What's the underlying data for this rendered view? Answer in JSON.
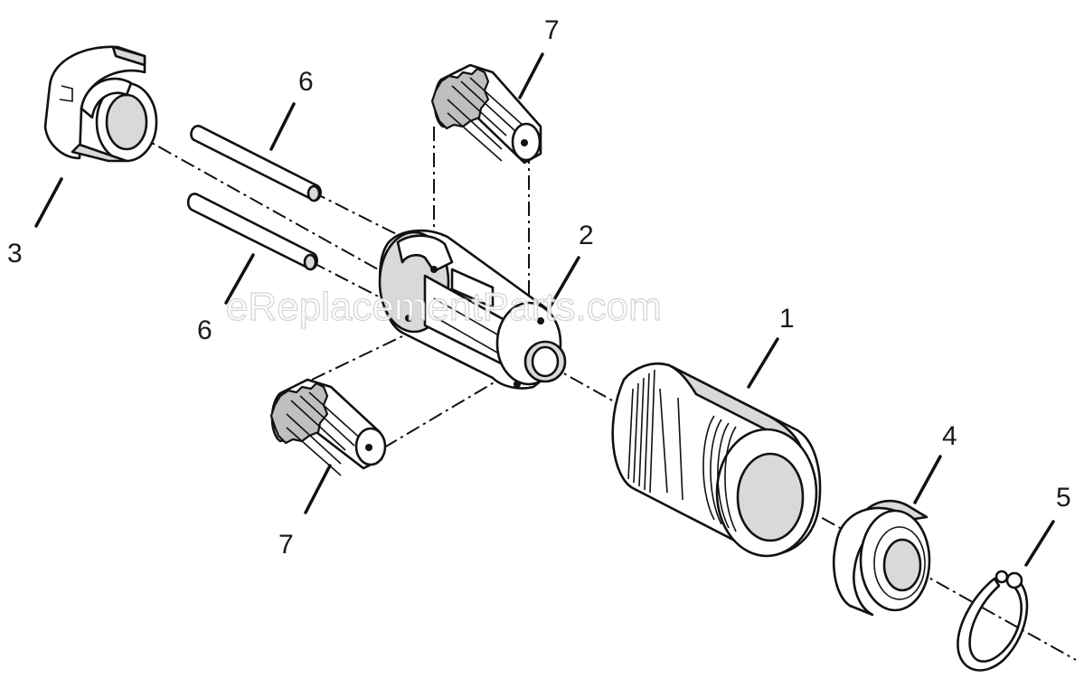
{
  "diagram": {
    "watermark": "eReplacementParts.com",
    "callouts": [
      {
        "id": "c1",
        "label": "1"
      },
      {
        "id": "c2",
        "label": "2"
      },
      {
        "id": "c3",
        "label": "3"
      },
      {
        "id": "c4",
        "label": "4"
      },
      {
        "id": "c5",
        "label": "5"
      },
      {
        "id": "c6a",
        "label": "6"
      },
      {
        "id": "c6b",
        "label": "6"
      },
      {
        "id": "c7a",
        "label": "7"
      },
      {
        "id": "c7b",
        "label": "7"
      }
    ],
    "parts": [
      {
        "id": "part-1",
        "name": "threaded-ring-gear-housing",
        "icon": "threaded-cylinder-icon"
      },
      {
        "id": "part-2",
        "name": "planetary-carrier",
        "icon": "carrier-icon"
      },
      {
        "id": "part-3",
        "name": "flanged-bushing",
        "icon": "bushing-icon"
      },
      {
        "id": "part-4",
        "name": "ball-bearing",
        "icon": "bearing-icon"
      },
      {
        "id": "part-5",
        "name": "retaining-ring",
        "icon": "snap-ring-icon"
      },
      {
        "id": "part-6",
        "name": "pin",
        "icon": "pin-icon"
      },
      {
        "id": "part-7",
        "name": "planet-gear",
        "icon": "spur-gear-icon"
      }
    ]
  }
}
